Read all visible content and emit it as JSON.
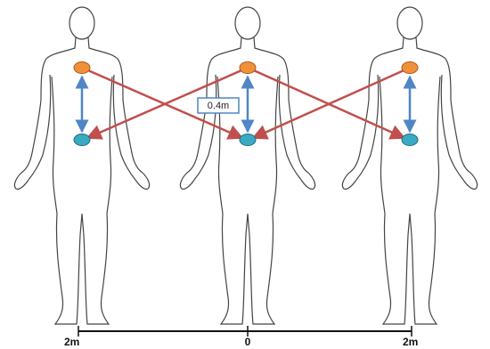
{
  "diagram": {
    "people": [
      {
        "name": "left"
      },
      {
        "name": "center"
      },
      {
        "name": "right"
      }
    ],
    "callout": "0.4m",
    "axis": {
      "labels": [
        "2m",
        "0",
        "2m"
      ]
    },
    "colors": {
      "upper_node": "#f0913a",
      "lower_node": "#3aa9c2",
      "vertical_arrow": "#4f86c6",
      "cross_arrow": "#c0504d",
      "outline": "#444444"
    }
  }
}
